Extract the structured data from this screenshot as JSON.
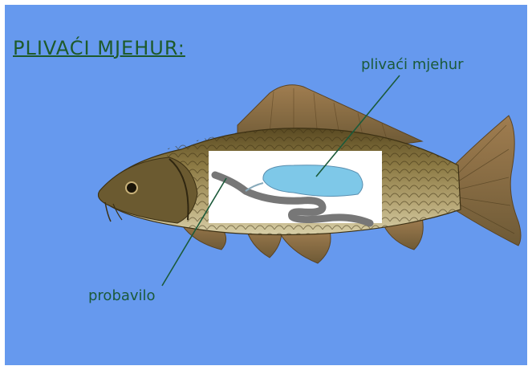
{
  "title": "PLIVAĆI MJEHUR:",
  "labels": {
    "swim_bladder": "plivaći mjehur",
    "digestive_tract": "probavilo"
  },
  "colors": {
    "background": "#6699ee",
    "title": "#1e5a2a",
    "label": "#1b5a3a",
    "swim_bladder": "#7ec8e8",
    "digestive_tract": "#777777",
    "inset": "#ffffff"
  }
}
